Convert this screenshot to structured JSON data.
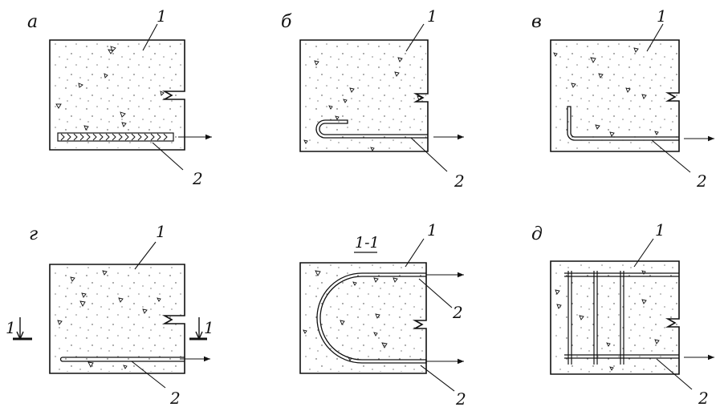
{
  "panels": [
    {
      "label": "а",
      "concrete_ref": "1",
      "bar_ref": "2"
    },
    {
      "label": "б",
      "concrete_ref": "1",
      "bar_ref": "2"
    },
    {
      "label": "в",
      "concrete_ref": "1",
      "bar_ref": "2"
    },
    {
      "label": "г",
      "concrete_ref": "1",
      "bar_ref": "2",
      "section_mark_left": "1",
      "section_mark_right": "1"
    },
    {
      "section_title": "1-1",
      "concrete_ref": "1",
      "bar_ref_top": "2",
      "bar_ref_bottom": "2"
    },
    {
      "label": "д",
      "concrete_ref": "1",
      "bar_ref": "2"
    }
  ],
  "legend_icons": [
    "arrow-icon",
    "triangle-aggregate-icon",
    "break-line-icon",
    "section-cut-icon"
  ],
  "colors": {
    "ink": "#111111",
    "background": "#ffffff"
  }
}
